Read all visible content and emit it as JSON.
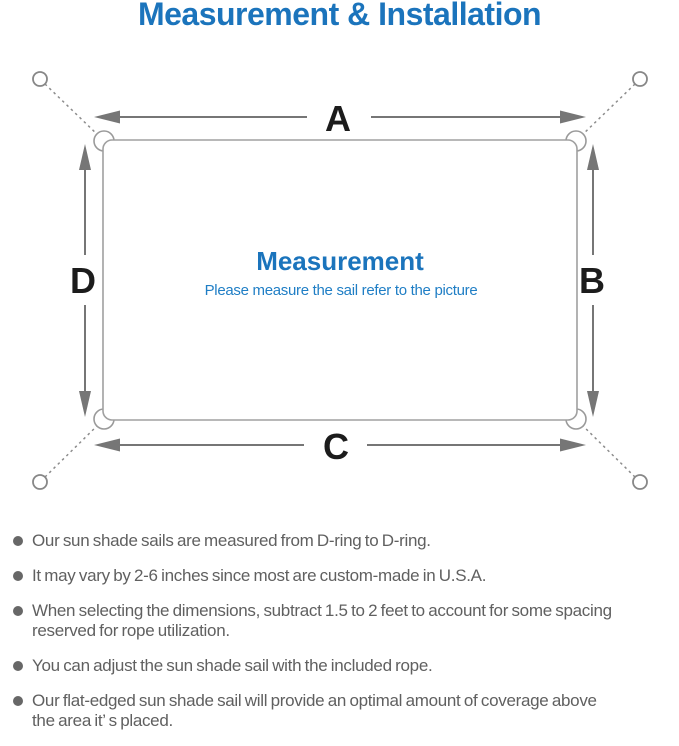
{
  "title": "Measurement & Installation",
  "diagram": {
    "side_labels": {
      "top": "A",
      "right": "B",
      "bottom": "C",
      "left": "D"
    },
    "center": {
      "heading": "Measurement",
      "subtitle": "Please measure the sail refer to the picture"
    }
  },
  "notes": {
    "items": [
      "Our sun shade sails are measured from D-ring to D-ring.",
      "It may vary by 2-6 inches since most are custom-made in U.S.A.",
      "When selecting the dimensions, subtract 1.5 to 2 feet to account for some spacing\nreserved for rope utilization.",
      "You can adjust the sun shade sail with the included rope.",
      "Our flat-edged sun shade sail will provide an optimal amount of coverage above\nthe area it’ s placed."
    ]
  },
  "colors": {
    "accent_blue": "#1b74bc",
    "subtitle_blue": "#1f7ec5",
    "note_text_gray": "#606060",
    "diagram_line_gray": "#767676"
  }
}
